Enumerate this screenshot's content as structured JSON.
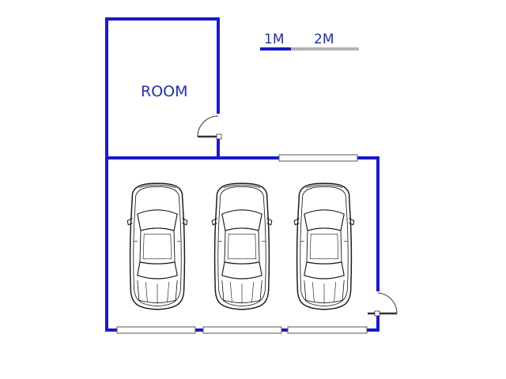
{
  "room": {
    "label": "ROOM"
  },
  "scale_bar": {
    "first_label": "1M",
    "second_label": "2M"
  },
  "colors": {
    "wall": "#1a1acc",
    "label": "#1f2fb8",
    "scale_gray": "#b4b4b4",
    "window_fill": "#ffffff",
    "window_outline": "#555555",
    "door_line": "#333333",
    "car_line": "#1a1a1a"
  },
  "garage": {
    "car_count": 3
  },
  "icons": [
    "door-swing-icon",
    "window-icon",
    "car-icon"
  ]
}
